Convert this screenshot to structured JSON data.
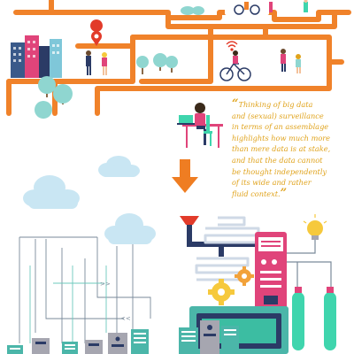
{
  "quote": {
    "open_mark": "“",
    "lines": [
      "Thinking of big data",
      "and (sexual) surveillance",
      "in terms of an assemblage",
      "highlights how much more",
      "than mere data is at stake,",
      "and that the data cannot",
      "be thought independently",
      "of its wide and rather",
      "fluid context."
    ],
    "close_mark": "”"
  },
  "colors": {
    "road_orange": "#f0822a",
    "quote_gold": "#e0a31c",
    "cloud_blue": "#c9e6f3",
    "tree_teal": "#8fd6d0",
    "machine_pink": "#e0447a",
    "cylinder_green": "#3fd5ad",
    "server_teal": "#4bb6a9",
    "server_grey": "#a6a6b0",
    "pipe_navy": "#2b3b66",
    "funnel_red": "#e23b2a",
    "bulb_yellow": "#f6c93d",
    "gear_orange": "#f2a23a",
    "arrow_orange": "#ef7d22"
  },
  "icons": [
    "location-pin-icon",
    "wifi-signal-icon",
    "bicycle-icon",
    "laptop-icon",
    "cloud-icon",
    "server-icon",
    "gear-icon",
    "light-bulb-icon",
    "funnel-icon",
    "down-arrow-icon"
  ]
}
